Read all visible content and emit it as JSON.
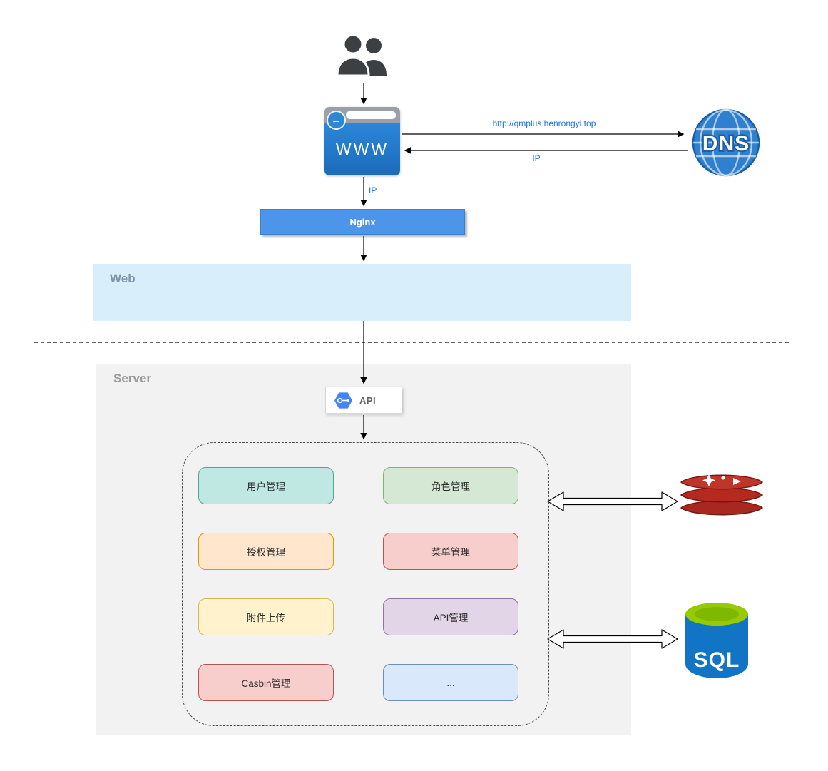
{
  "regions": {
    "web": "Web",
    "server": "Server"
  },
  "nodes": {
    "browser": "WWW",
    "dns": "DNS",
    "nginx": "Nginx",
    "api": "API",
    "sql": "SQL"
  },
  "edges": {
    "url": "http://qmplus.henrongyi.top",
    "ip_return": "IP",
    "ip_to_nginx": "IP"
  },
  "colors": {
    "edge_label": "#1a73e8",
    "nginx_fill": "#4d95e8",
    "browser_fill": "#1f79cc",
    "web_region_fill": "#d8eefb",
    "server_region_fill": "#f2f2f3",
    "redis_red": "#b52a1f",
    "sql_blue": "#1274c4",
    "sql_green": "#97ca00"
  },
  "modules": [
    {
      "label": "用户管理",
      "fill": "#bfe8e3",
      "border": "#55a399"
    },
    {
      "label": "角色管理",
      "fill": "#d5e8d4",
      "border": "#82b366"
    },
    {
      "label": "授权管理",
      "fill": "#ffe6cc",
      "border": "#d79b00"
    },
    {
      "label": "菜单管理",
      "fill": "#f8cecc",
      "border": "#b85450"
    },
    {
      "label": "附件上传",
      "fill": "#fff2cc",
      "border": "#d6b656"
    },
    {
      "label": "API管理",
      "fill": "#e1d5e7",
      "border": "#9673a6"
    },
    {
      "label": "Casbin管理",
      "fill": "#f8cecc",
      "border": "#b85450"
    },
    {
      "label": "...",
      "fill": "#dae8fc",
      "border": "#6c8ebf"
    }
  ]
}
